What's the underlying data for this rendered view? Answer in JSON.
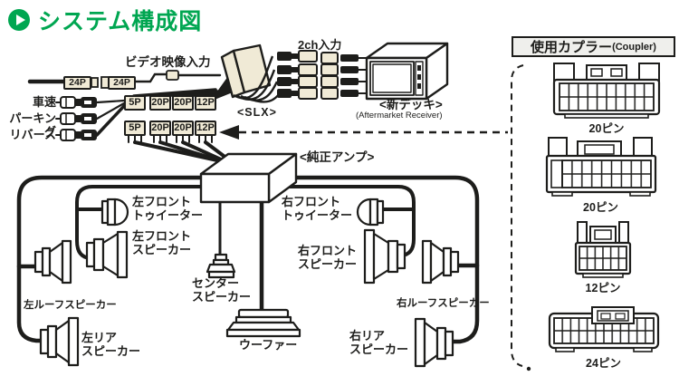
{
  "title": {
    "text": "システム構成図"
  },
  "colors": {
    "accent_green": "#00a651",
    "line": "#1d1d1b",
    "connector_fill": "#f0ead6",
    "header_fill": "#efefec"
  },
  "wiring": {
    "video_input_label": "ビデオ映像入力",
    "speed_label": "車速",
    "parking_label": "パーキング",
    "reverse_label": "リバース",
    "coupler_24p_left": "24P",
    "coupler_24p_right": "24P",
    "row_top": [
      "5P",
      "20P",
      "20P",
      "12P"
    ],
    "row_bottom": [
      "5P",
      "20P",
      "20P",
      "12P"
    ],
    "ch2_input_label": "2ch入力",
    "slx_label": "<SLX>",
    "new_deck_label": "<新デッキ>",
    "new_deck_sublabel": "(Aftermarket Receiver)",
    "amp_label": "<純正アンプ>"
  },
  "speakers": {
    "left_front_tweeter": "左フロント\nトゥイーター",
    "left_front_speaker": "左フロント\nスピーカー",
    "left_roof_speaker": "左ルーフスピーカー",
    "left_rear_speaker": "左リア\nスピーカー",
    "center_speaker": "センター\nスピーカー",
    "woofer": "ウーファー",
    "right_front_tweeter": "右フロント\nトゥイーター",
    "right_front_speaker": "右フロント\nスピーカー",
    "right_roof_speaker": "右ルーフスピーカー",
    "right_rear_speaker": "右リア\nスピーカー"
  },
  "coupler_panel": {
    "header": "使用カプラー",
    "header_sub": "(Coupler)",
    "connectors": [
      {
        "name": "20pin-coupler-a",
        "label": "20ピン"
      },
      {
        "name": "20pin-coupler-b",
        "label": "20ピン"
      },
      {
        "name": "12pin-coupler",
        "label": "12ピン"
      },
      {
        "name": "24pin-coupler",
        "label": "24ピン"
      }
    ]
  }
}
